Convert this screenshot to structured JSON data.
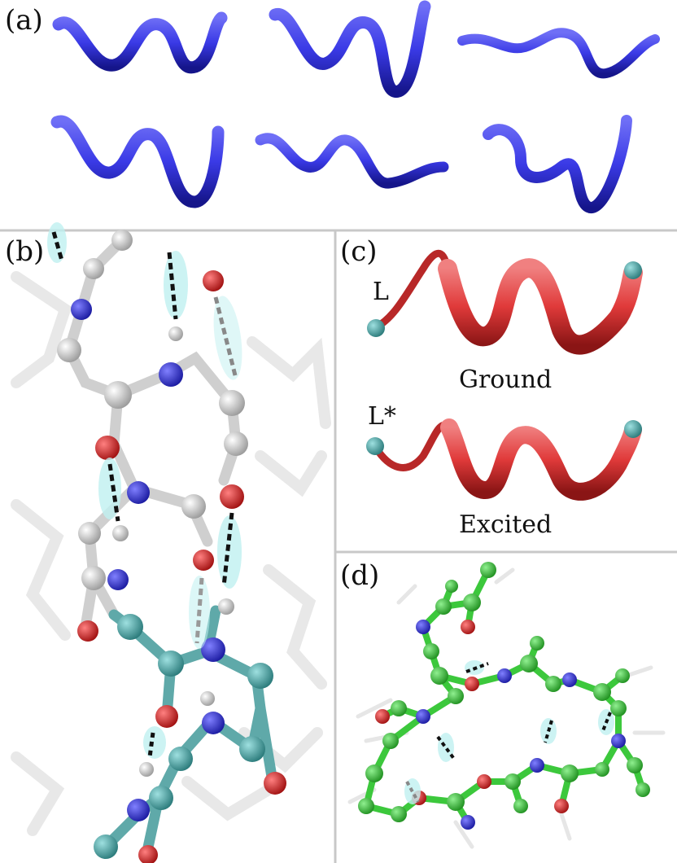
{
  "panels": {
    "a": {
      "label": "(a)"
    },
    "b": {
      "label": "(b)"
    },
    "c": {
      "label": "(c)",
      "ground": {
        "state_symbol": "L",
        "state_name": "Ground"
      },
      "excited": {
        "state_symbol": "L*",
        "state_name": "Excited"
      }
    },
    "d": {
      "label": "(d)"
    }
  },
  "colors": {
    "helix_blue": "#3a3ae6",
    "helix_red": "#e03a3a",
    "terminal_cyan": "#3aa6a6",
    "oxygen": "#d42020",
    "nitrogen": "#3030d0",
    "carbon_white": "#dcdcdc",
    "carbon_green": "#3cc83c",
    "hbond_cyan": "#aeecec",
    "divider": "#c8c8c8"
  }
}
